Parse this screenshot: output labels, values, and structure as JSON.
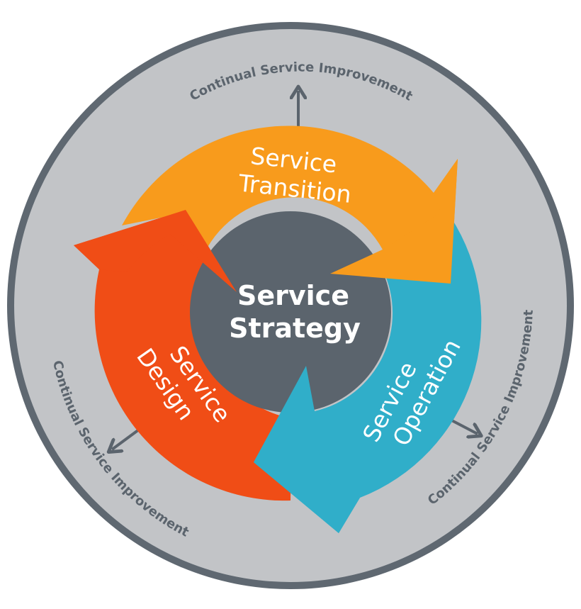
{
  "center": {
    "line1": "Service",
    "line2": "Strategy"
  },
  "stages": {
    "transition": {
      "line1": "Service",
      "line2": "Transition"
    },
    "operation": {
      "line1": "Service",
      "line2": "Operation"
    },
    "design": {
      "line1": "Service",
      "line2": "Design"
    }
  },
  "improvement": {
    "top": "Continual Service Improvement",
    "right": "Continual Service Improvement",
    "left": "Continual Service Improvement"
  },
  "colors": {
    "outer_ring": "#5f6871",
    "outer_fill": "#c2c4c7",
    "hub": "#5b646d",
    "transition": "#f89b1c",
    "operation": "#30aec9",
    "design": "#f04d16",
    "text_light": "#ffffff",
    "text_dark": "#5b646d"
  }
}
